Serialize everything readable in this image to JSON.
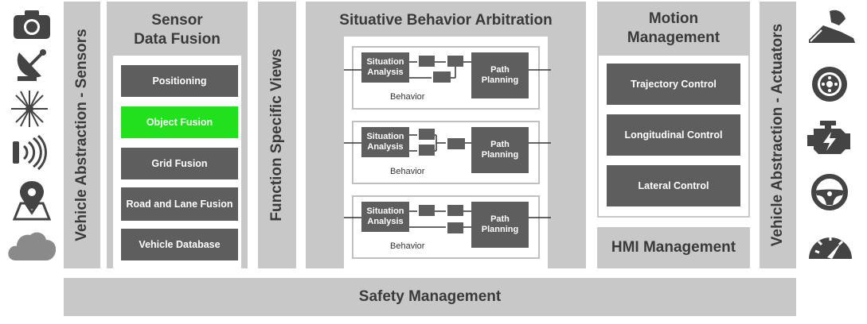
{
  "sensors_icons": [
    "camera-icon",
    "radar-dish-icon",
    "lidar-icon",
    "ultrasonic-icon",
    "map-pin-icon",
    "cloud-icon"
  ],
  "actuators_icons": [
    "pedal-icon",
    "brake-disc-icon",
    "engine-icon",
    "steering-wheel-icon",
    "speedometer-icon"
  ],
  "vehicle_abstraction_sensors": "Vehicle Abstraction - Sensors",
  "sensor_data_fusion": {
    "title_line1": "Sensor",
    "title_line2": "Data Fusion",
    "items": [
      "Positioning",
      "Object Fusion",
      "Grid Fusion",
      "Road and Lane Fusion",
      "Vehicle Database"
    ],
    "highlight_color": "#22e01e"
  },
  "function_specific_views": "Function Specific Views",
  "situative_behavior_arbitration": {
    "title": "Situative Behavior Arbitration",
    "behaviors": [
      {
        "situation_line1": "Situation",
        "situation_line2": "Analysis",
        "planning_line1": "Path",
        "planning_line2": "Planning",
        "label": "Behavior"
      },
      {
        "situation_line1": "Situation",
        "situation_line2": "Analysis",
        "planning_line1": "Path",
        "planning_line2": "Planning",
        "label": "Behavior"
      },
      {
        "situation_line1": "Situation",
        "situation_line2": "Analysis",
        "planning_line1": "Path",
        "planning_line2": "Planning",
        "label": "Behavior"
      }
    ]
  },
  "motion_management": {
    "title_line1": "Motion",
    "title_line2": "Management",
    "items": [
      "Trajectory Control",
      "Longitudinal  Control",
      "Lateral Control"
    ]
  },
  "hmi_management": "HMI Management",
  "vehicle_abstraction_actuators": "Vehicle Abstraction - Actuators",
  "safety_management": "Safety Management",
  "colors": {
    "column_gray": "#c8c8c8",
    "box_gray": "#5e5e5e",
    "icon_gray": "#444444"
  }
}
